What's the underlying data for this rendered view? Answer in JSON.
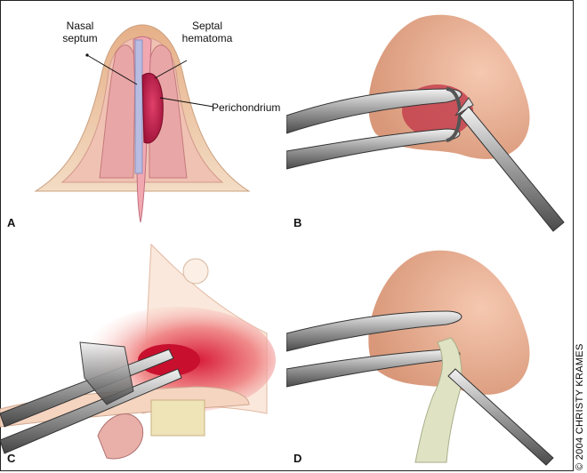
{
  "panels": [
    {
      "label": "A"
    },
    {
      "label": "B"
    },
    {
      "label": "C"
    },
    {
      "label": "D"
    }
  ],
  "callouts": {
    "nasal_septum": "Nasal septum",
    "septal_hematoma": "Septal hematoma",
    "perichondrium": "Perichondrium"
  },
  "copyright": "© 2004 CHRISTY KRAMES"
}
